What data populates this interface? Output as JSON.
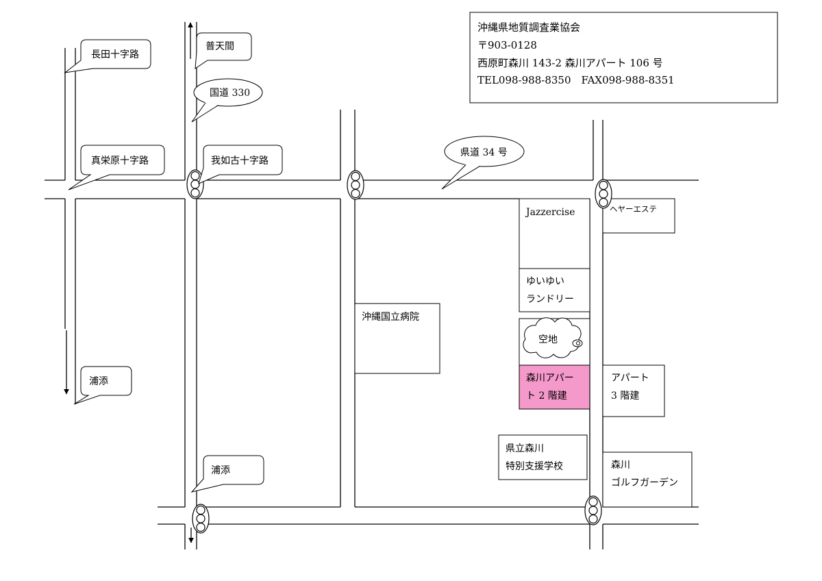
{
  "info_box": {
    "organization": "沖縄県地質調査業協会",
    "postal_code": "〒903-0128",
    "address": "西原町森川 143-2 森川アパート 106 号",
    "tel_fax": "TEL098-988-8350　FAX098-988-8351"
  },
  "callouts": {
    "nagata_crossing": "長田十字路",
    "futenma": "普天間",
    "route_330": "国道 330",
    "maehara_crossing": "真栄原十字路",
    "ganeko_crossing": "我如古十字路",
    "prefectural_road_34": "県道 34 号",
    "urasoe_west": "浦添",
    "urasoe_south": "浦添"
  },
  "places": {
    "jazzercise": "Jazzercise",
    "laundry": [
      "ゆいゆい",
      "ランドリー"
    ],
    "hair_esthetic": "ヘヤーエステ",
    "hospital": "沖縄国立病院",
    "vacant_lot": "空地",
    "morikawa_apartment": [
      "森川アパー",
      "ト 2 階建"
    ],
    "apartment": [
      "アパート",
      "3 階建"
    ],
    "school": [
      "県立森川",
      "特別支援学校"
    ],
    "golf": [
      "森川",
      "ゴルフガーデン"
    ]
  },
  "icons": {
    "traffic_signal": "traffic-signal-icon",
    "direction_arrow": "arrow-icon",
    "vacant_lot": "cloud-icon"
  },
  "colors": {
    "destination_highlight": "#F598CA",
    "line": "#000000",
    "background": "#FFFFFF"
  }
}
